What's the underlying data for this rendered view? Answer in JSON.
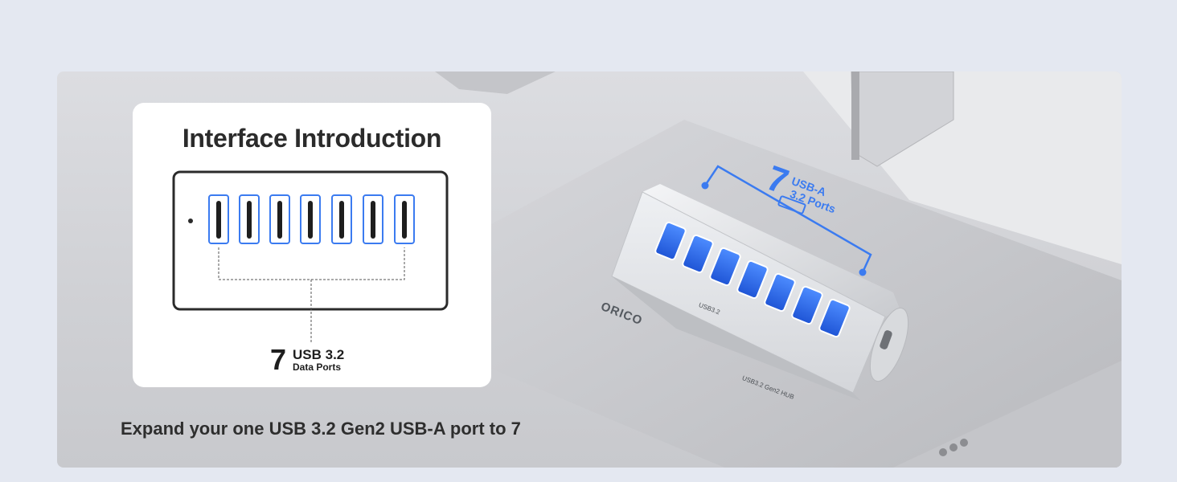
{
  "card": {
    "title": "Interface Introduction",
    "port_count": "7",
    "port_type": "USB 3.2",
    "port_desc": "Data Ports"
  },
  "tagline": "Expand your one USB 3.2 Gen2 USB-A port to 7",
  "callout": {
    "count": "7",
    "line1": "USB-A",
    "line2": "3.2 Ports"
  },
  "product": {
    "brand": "ORICO",
    "port_label": "USB3.2",
    "model_label": "USB3.2 Gen2 HUB"
  },
  "colors": {
    "accent": "#3b7bf0",
    "card_bg": "#ffffff",
    "page_bg": "#e4e8f1"
  }
}
